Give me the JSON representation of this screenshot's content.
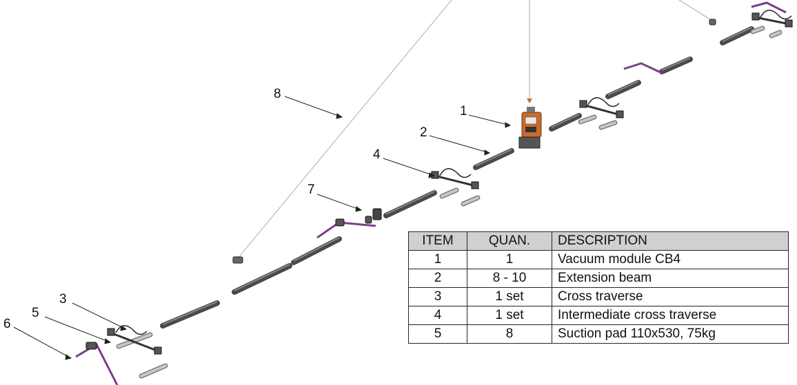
{
  "callouts": [
    {
      "id": "1",
      "label": "1"
    },
    {
      "id": "2",
      "label": "2"
    },
    {
      "id": "3",
      "label": "3"
    },
    {
      "id": "4",
      "label": "4"
    },
    {
      "id": "5",
      "label": "5"
    },
    {
      "id": "6",
      "label": "6"
    },
    {
      "id": "7",
      "label": "7"
    },
    {
      "id": "8",
      "label": "8"
    }
  ],
  "table": {
    "headers": [
      "ITEM",
      "QUAN.",
      "DESCRIPTION"
    ],
    "rows": [
      [
        "1",
        "1",
        "Vacuum module CB4"
      ],
      [
        "2",
        "8 - 10",
        "Extension beam"
      ],
      [
        "3",
        "1 set",
        "Cross traverse"
      ],
      [
        "4",
        "1 set",
        "Intermediate cross traverse"
      ],
      [
        "5",
        "8",
        "Suction pad 110x530, 75kg"
      ]
    ]
  },
  "colors": {
    "beam": "#4a4a4a",
    "module": "#c96a2c",
    "hose": "#7a3f88",
    "pad": "#c8c8c8"
  }
}
